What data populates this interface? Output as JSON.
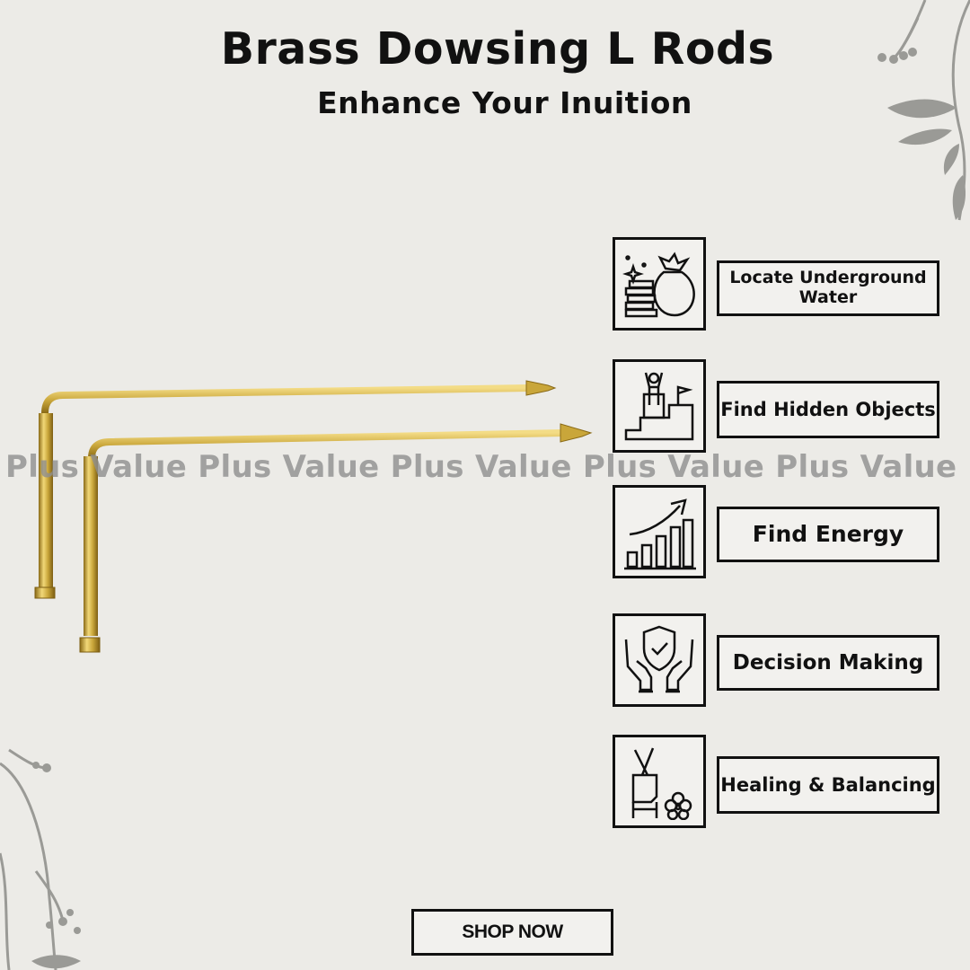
{
  "header": {
    "title": "Brass Dowsing L Rods",
    "subtitle": "Enhance Your Inuition"
  },
  "watermark": "Plus Value Plus Value Plus Value Plus Value Plus Value",
  "features": [
    {
      "label": "Locate Underground Water",
      "icon": "money-bag-icon"
    },
    {
      "label": "Find Hidden Objects",
      "icon": "podium-flag-icon"
    },
    {
      "label": "Find Energy",
      "icon": "growth-chart-icon"
    },
    {
      "label": "Decision Making",
      "icon": "shield-hands-icon"
    },
    {
      "label": "Healing & Balancing",
      "icon": "crossed-fingers-clover-icon"
    }
  ],
  "cta": {
    "label": "SHOP NOW"
  },
  "colors": {
    "background": "#ecebe7",
    "brass": "#c9a63a",
    "border": "#111111",
    "watermark": "#8f8f8f",
    "branch": "#9a9a96"
  }
}
